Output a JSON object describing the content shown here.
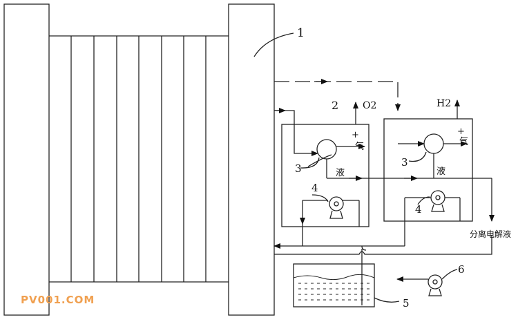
{
  "labels": {
    "n1": "1",
    "n2": "2",
    "n3_left": "3",
    "n3_right": "3",
    "n4_left": "4",
    "n4_right": "4",
    "n5": "5",
    "n6": "6",
    "o2": "O2",
    "h2": "H2",
    "plus_left": "+",
    "plus_right": "+",
    "gas_left": "气",
    "gas_right": "气",
    "liquid_left": "液",
    "liquid_right": "液",
    "separation_electrolyte": "分离电解液"
  },
  "watermark": "PV001.COM"
}
